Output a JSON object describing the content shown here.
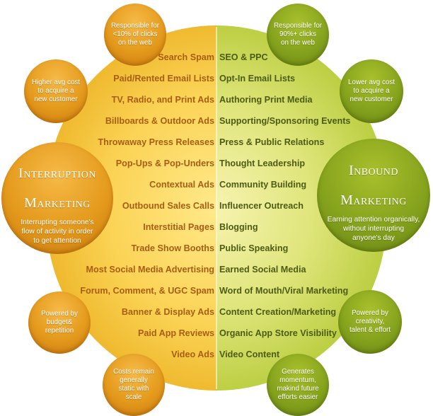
{
  "left": {
    "rows": [
      "Search Spam",
      "Paid/Rented Email Lists",
      "TV, Radio, and Print Ads",
      "Billboards & Outdoor Ads",
      "Throwaway Press Releases",
      "Pop-Ups & Pop-Unders",
      "Contextual Ads",
      "Outbound Sales Calls",
      "Interstitial Pages",
      "Trade Show Booths",
      "Most Social Media Advertising",
      "Forum, Comment, & UGC Spam",
      "Banner & Display Ads",
      "Paid App Reviews",
      "Video Ads"
    ],
    "bubbles": {
      "clicks": "Responsible for\n<10% of clicks\non the web",
      "cost": "Higher avg cost\nto acquire a\nnew customer",
      "powered": "Powered by\nbudget&\nrepetition",
      "costs_static": "Costs remain\ngenerally\nstatic with\nscale"
    },
    "main": {
      "title_line1": "Interruption",
      "title_line2": "Marketing",
      "description": "Interrupting someone's\nflow of activity in order\nto get attention"
    }
  },
  "right": {
    "rows": [
      "SEO & PPC",
      "Opt-In Email Lists",
      "Authoring Print Media",
      "Supporting/Sponsoring Events",
      "Press & Public Relations",
      "Thought Leadership",
      "Community Building",
      "Influencer Outreach",
      "Blogging",
      "Public Speaking",
      "Earned Social Media",
      "Word of Mouth/Viral Marketing",
      "Content Creation/Marketing",
      "Organic App Store Visibility",
      "Video Content"
    ],
    "bubbles": {
      "clicks": "Responsible for\n90%+ clicks\non the web",
      "cost": "Lower avg cost\nto acquire a\nnew customer",
      "powered": "Powered by\ncreativity,\ntalent & effort",
      "momentum": "Generates\nmomentum,\nmakind future\nefforts easier"
    },
    "main": {
      "title_line1": "Inbound",
      "title_line2": "Marketing",
      "description": "Earning attention organically,\nwithout interrupting\nanyone's day"
    }
  },
  "colors": {
    "left_text": "#a85e14",
    "right_text": "#4d5c14",
    "orange_bubble": "#e49a1c",
    "green_bubble": "#86a31d"
  }
}
